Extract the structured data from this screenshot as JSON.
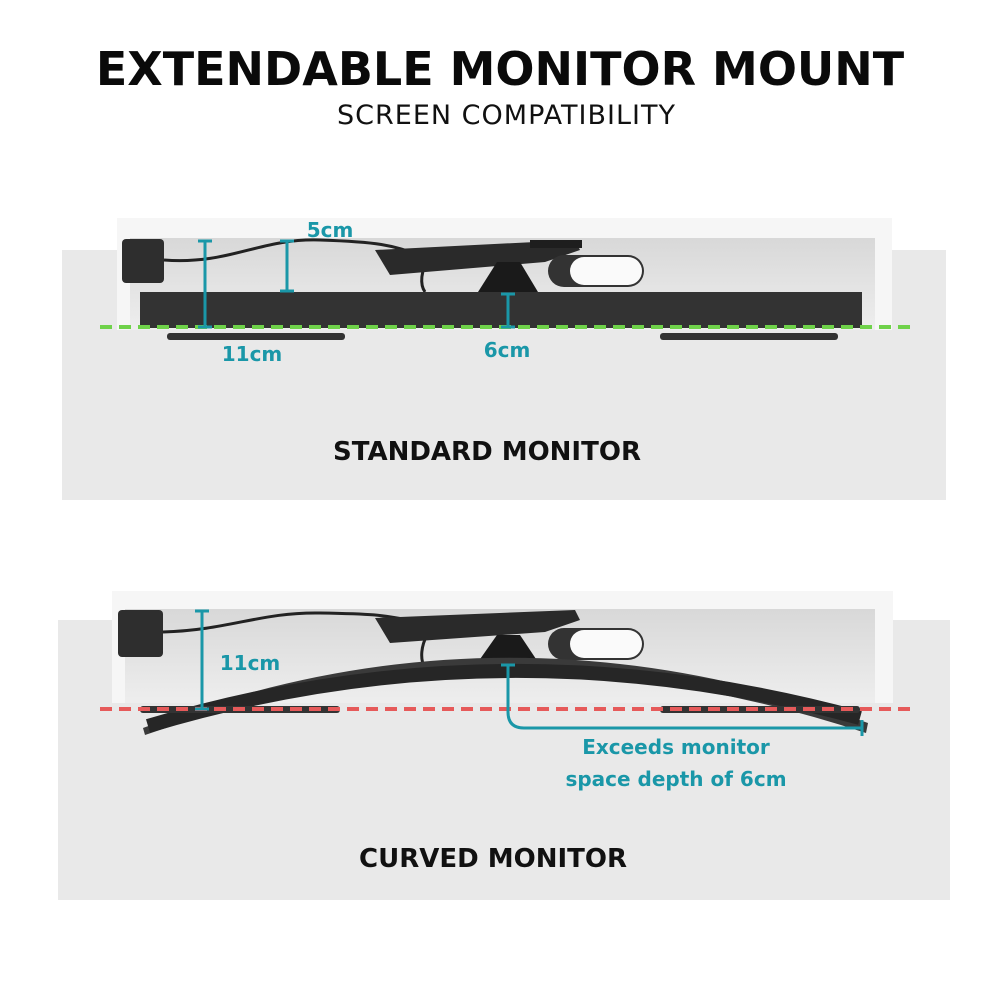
{
  "header": {
    "title": "EXTENDABLE MONITOR MOUNT",
    "subtitle": "SCREEN COMPATIBILITY"
  },
  "panels": [
    {
      "caption": "STANDARD MONITOR",
      "measurements": {
        "top": "5cm",
        "left": "11cm",
        "center": "6cm"
      },
      "guide_color": "#6fd24a"
    },
    {
      "caption": "CURVED MONITOR",
      "measurements": {
        "left": "11cm"
      },
      "note_line1": "Exceeds monitor",
      "note_line2": "space depth of 6cm",
      "guide_color": "#e65a5a"
    }
  ],
  "colors": {
    "accent": "#1a97a8"
  }
}
